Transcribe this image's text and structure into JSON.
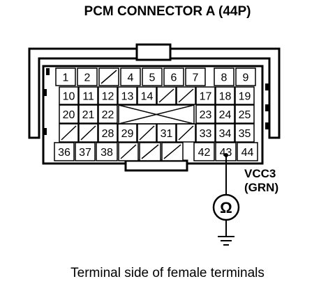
{
  "title": "PCM CONNECTOR A (44P)",
  "caption": "Terminal side of female terminals",
  "probe": {
    "terminal": "43",
    "signal": "VCC3",
    "wire_color": "(GRN)",
    "meter_symbol": "Ω"
  },
  "rows": [
    [
      "1",
      "2",
      "",
      "4",
      "5",
      "6",
      "7",
      "8",
      "9"
    ],
    [
      "10",
      "11",
      "12",
      "13",
      "14",
      "",
      "",
      "17",
      "18",
      "19"
    ],
    [
      "20",
      "21",
      "22",
      "",
      "",
      "",
      "",
      "23",
      "24",
      "25"
    ],
    [
      "",
      "",
      "28",
      "29",
      "",
      "31",
      "",
      "33",
      "34",
      "35"
    ],
    [
      "36",
      "37",
      "38",
      "",
      "",
      "",
      "42",
      "43",
      "44"
    ]
  ]
}
